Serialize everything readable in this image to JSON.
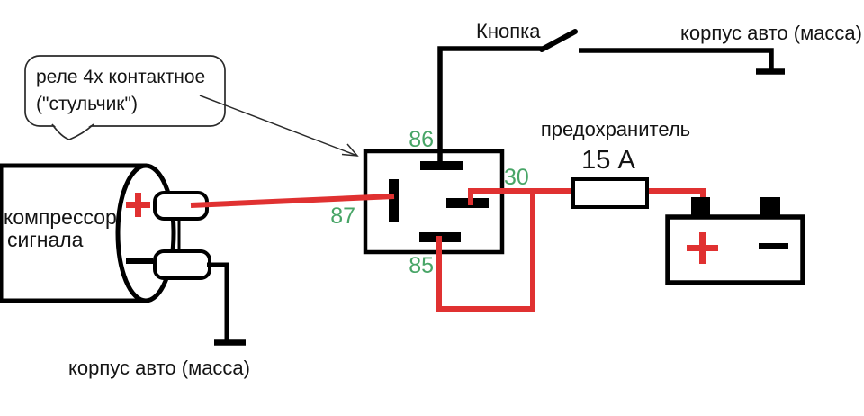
{
  "colors": {
    "background": "#ffffff",
    "wire_black": "#000000",
    "wire_red": "#e03131",
    "pin_label_green": "#48a567",
    "note_line": "#2a2a2a"
  },
  "annotations": {
    "relay_note": {
      "line1": "реле 4х контактное",
      "line2": "(\"стульчик\")"
    },
    "button_label": "Кнопка",
    "ground_label_top": "корпус авто (масса)",
    "ground_label_bottom": "корпус авто (масса)"
  },
  "compressor": {
    "label_line1": "компрессор",
    "label_line2": "сигнала",
    "positive_icon": "plus-icon",
    "negative_icon": "minus-icon"
  },
  "relay": {
    "pin_top": "86",
    "pin_left": "87",
    "pin_right": "30",
    "pin_bottom": "85"
  },
  "fuse": {
    "label": "предохранитель",
    "rating": "15 А"
  },
  "battery": {
    "positive_icon": "plus-icon",
    "negative_icon": "minus-icon"
  }
}
